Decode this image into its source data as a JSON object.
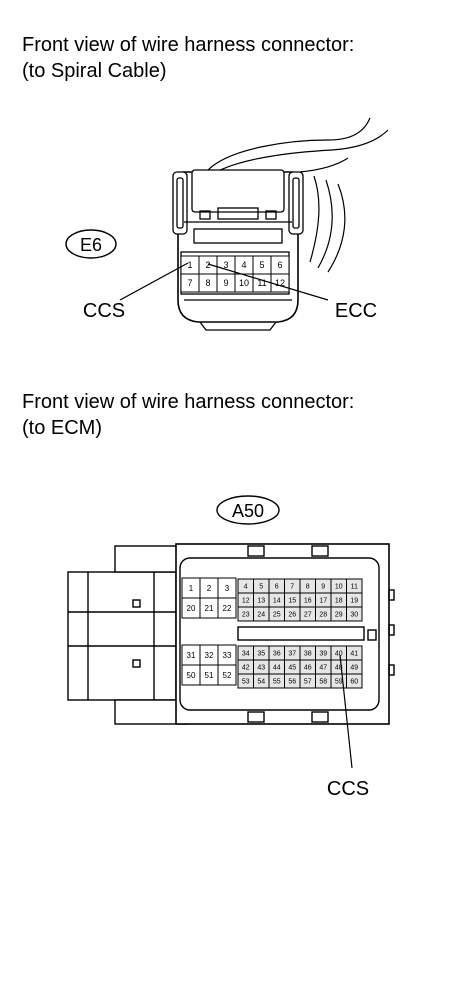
{
  "connector1": {
    "title_line1": "Front view of wire harness connector:",
    "title_line2": "(to Spiral Cable)",
    "id": "E6",
    "pins_top": [
      "1",
      "2",
      "3",
      "4",
      "5",
      "6"
    ],
    "pins_bottom": [
      "7",
      "8",
      "9",
      "10",
      "11",
      "12"
    ],
    "label_left": "CCS",
    "label_right": "ECC"
  },
  "connector2": {
    "title_line1": "Front view of wire harness connector:",
    "title_line2": "(to ECM)",
    "id": "A50",
    "label_bottom": "CCS",
    "left_top_rows": [
      [
        "1",
        "2",
        "3"
      ],
      [
        "20",
        "21",
        "22"
      ]
    ],
    "left_bottom_rows": [
      [
        "31",
        "32",
        "33"
      ],
      [
        "50",
        "51",
        "52"
      ]
    ],
    "right_top_rows": [
      [
        "4",
        "5",
        "6",
        "7",
        "8",
        "9",
        "10",
        "11"
      ],
      [
        "12",
        "13",
        "14",
        "15",
        "16",
        "17",
        "18",
        "19"
      ],
      [
        "23",
        "24",
        "25",
        "26",
        "27",
        "28",
        "29",
        "30"
      ]
    ],
    "right_bottom_rows": [
      [
        "34",
        "35",
        "36",
        "37",
        "38",
        "39",
        "40",
        "41"
      ],
      [
        "42",
        "43",
        "44",
        "45",
        "46",
        "47",
        "48",
        "49"
      ],
      [
        "53",
        "54",
        "55",
        "56",
        "57",
        "58",
        "59",
        "60"
      ]
    ]
  }
}
